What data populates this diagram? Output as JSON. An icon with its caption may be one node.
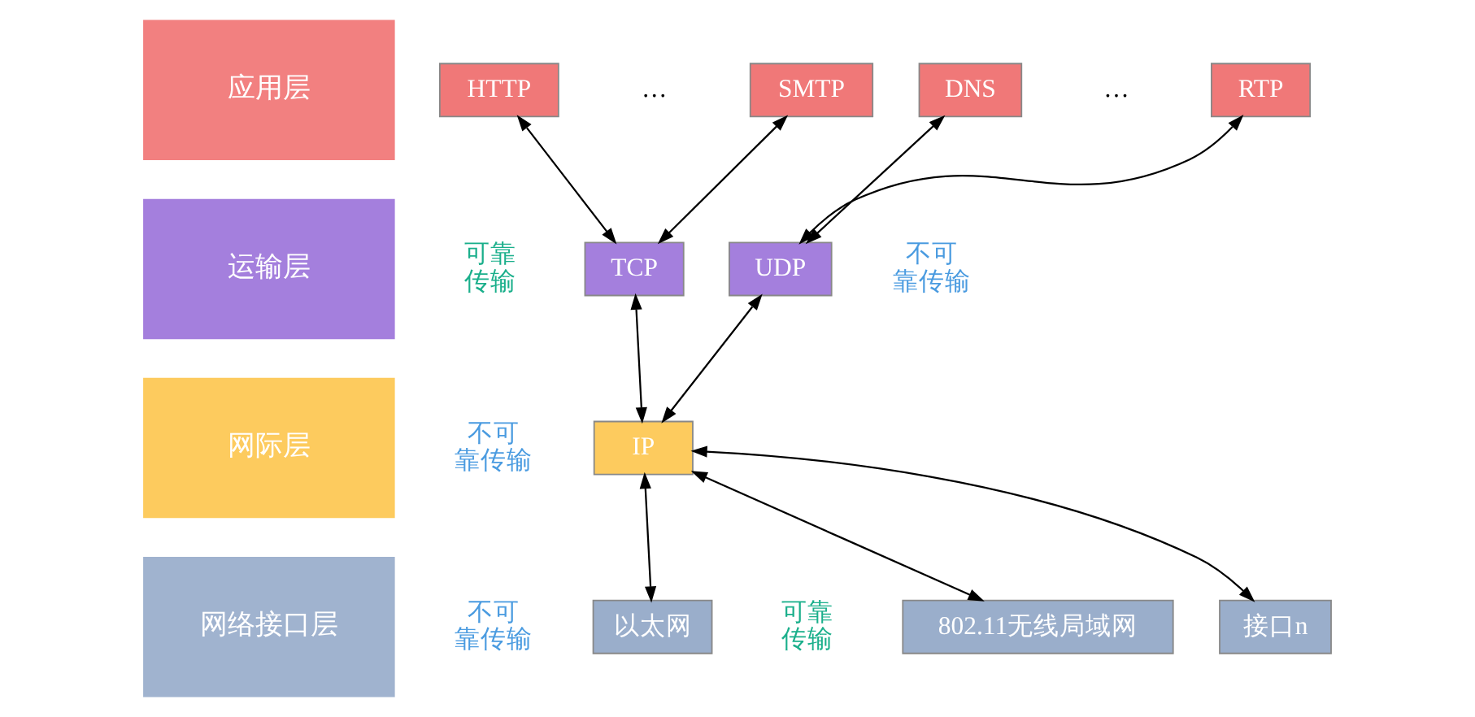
{
  "diagram": {
    "nodes": [
      {
        "text": [
          "应用层"
        ]
      },
      {
        "text": [
          "运输层"
        ]
      },
      {
        "text": [
          "网际层"
        ]
      },
      {
        "text": [
          "网络接口层"
        ]
      },
      {
        "text": [
          "HTTP"
        ]
      },
      {
        "text": [
          "SMTP"
        ]
      },
      {
        "text": [
          "DNS"
        ]
      },
      {
        "text": [
          "RTP"
        ]
      },
      {
        "text": [
          "TCP"
        ]
      },
      {
        "text": [
          "UDP"
        ]
      },
      {
        "text": [
          "IP"
        ]
      },
      {
        "text": [
          "以太网"
        ]
      },
      {
        "text": [
          "802.11无线局域网"
        ]
      },
      {
        "text": [
          "接口n"
        ]
      }
    ],
    "edges": [
      {
        "from": 4,
        "to": 8,
        "arrow": "both"
      },
      {
        "from": 5,
        "to": 8,
        "arrow": "both"
      },
      {
        "from": 6,
        "to": 9,
        "arrow": "both"
      },
      {
        "from": 7,
        "to": 9,
        "arrow": "both"
      },
      {
        "from": 8,
        "to": 10,
        "arrow": "both"
      },
      {
        "from": 9,
        "to": 10,
        "arrow": "both"
      },
      {
        "from": 10,
        "to": 11,
        "arrow": "both"
      },
      {
        "from": 10,
        "to": 12,
        "arrow": "both"
      },
      {
        "from": 10,
        "to": 13,
        "arrow": "both"
      }
    ],
    "labels": [
      "…",
      "…",
      "可靠传输",
      "不可靠传输",
      "不可靠传输",
      "不可靠传输",
      "可靠传输"
    ]
  }
}
